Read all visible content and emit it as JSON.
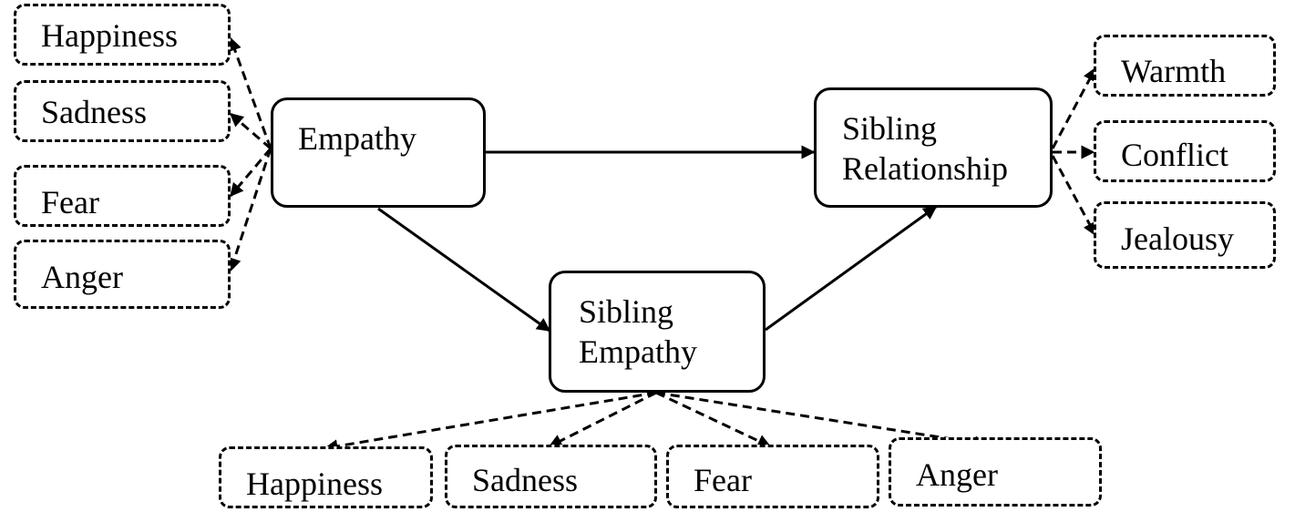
{
  "diagram": {
    "constructs": {
      "empathy": "Empathy",
      "sibling_relationship": [
        "Sibling",
        "Relationship"
      ],
      "sibling_empathy": [
        "Sibling",
        "Empathy"
      ]
    },
    "empathy_indicators": [
      "Happiness",
      "Sadness",
      "Fear",
      "Anger"
    ],
    "relationship_indicators": [
      "Warmth",
      "Conflict",
      "Jealousy"
    ],
    "sibling_empathy_indicators": [
      "Happiness",
      "Sadness",
      "Fear",
      "Anger"
    ],
    "structural_paths": [
      {
        "from": "Empathy",
        "to": "Sibling Relationship"
      },
      {
        "from": "Empathy",
        "to": "Sibling Empathy"
      },
      {
        "from": "Sibling Empathy",
        "to": "Sibling Relationship"
      }
    ]
  }
}
